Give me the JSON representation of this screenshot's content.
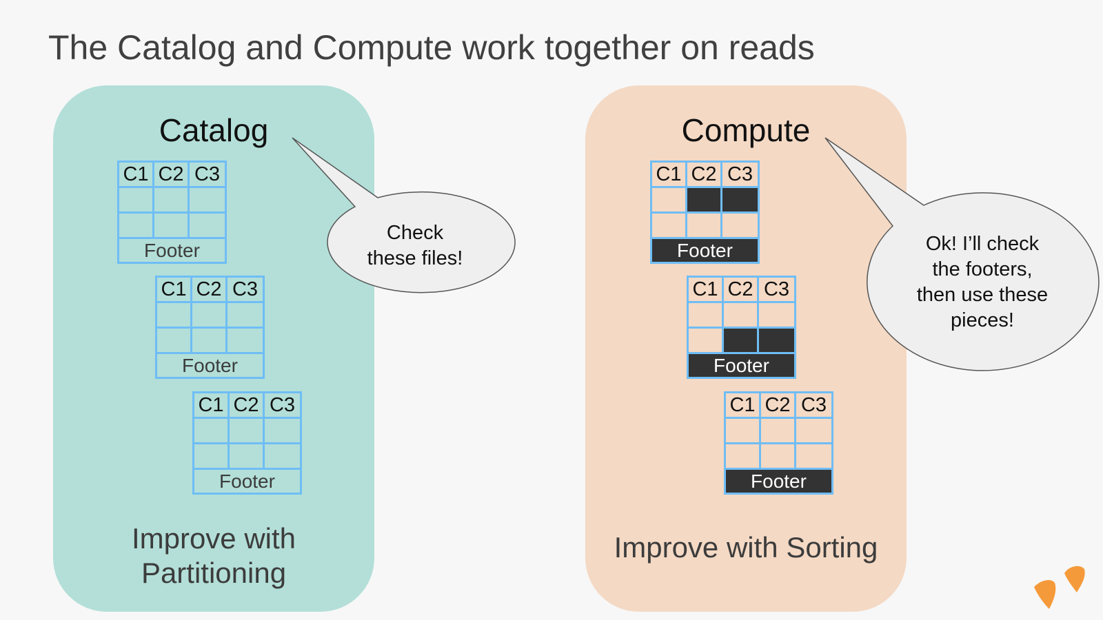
{
  "title": "The Catalog and Compute work together on reads",
  "catalog": {
    "heading": "Catalog",
    "bubble_line1": "Check",
    "bubble_line2": "these files!",
    "caption_line1": "Improve with",
    "caption_line2": "Partitioning"
  },
  "compute": {
    "heading": "Compute",
    "bubble_line1": "Ok! I’ll check",
    "bubble_line2": "the footers,",
    "bubble_line3": "then use these",
    "bubble_line4": "pieces!",
    "caption": "Improve with Sorting"
  },
  "file_labels": {
    "col1": "C1",
    "col2": "C2",
    "col3": "C3",
    "footer": "Footer"
  },
  "compute_highlights": [
    {
      "dark_cells": [
        [
          0,
          1
        ],
        [
          0,
          2
        ]
      ],
      "footer_dark": true
    },
    {
      "dark_cells": [
        [
          1,
          1
        ],
        [
          1,
          2
        ]
      ],
      "footer_dark": true
    },
    {
      "dark_cells": [],
      "footer_dark": true
    }
  ],
  "colors": {
    "catalog_panel": "#b3dfd8",
    "compute_panel": "#f4d9c4",
    "file_border": "#6fbdf5",
    "highlight": "#333333",
    "bubble_fill": "#efefef",
    "logo": "#f59a3a"
  },
  "logo_icon": "duck-feet-logo"
}
